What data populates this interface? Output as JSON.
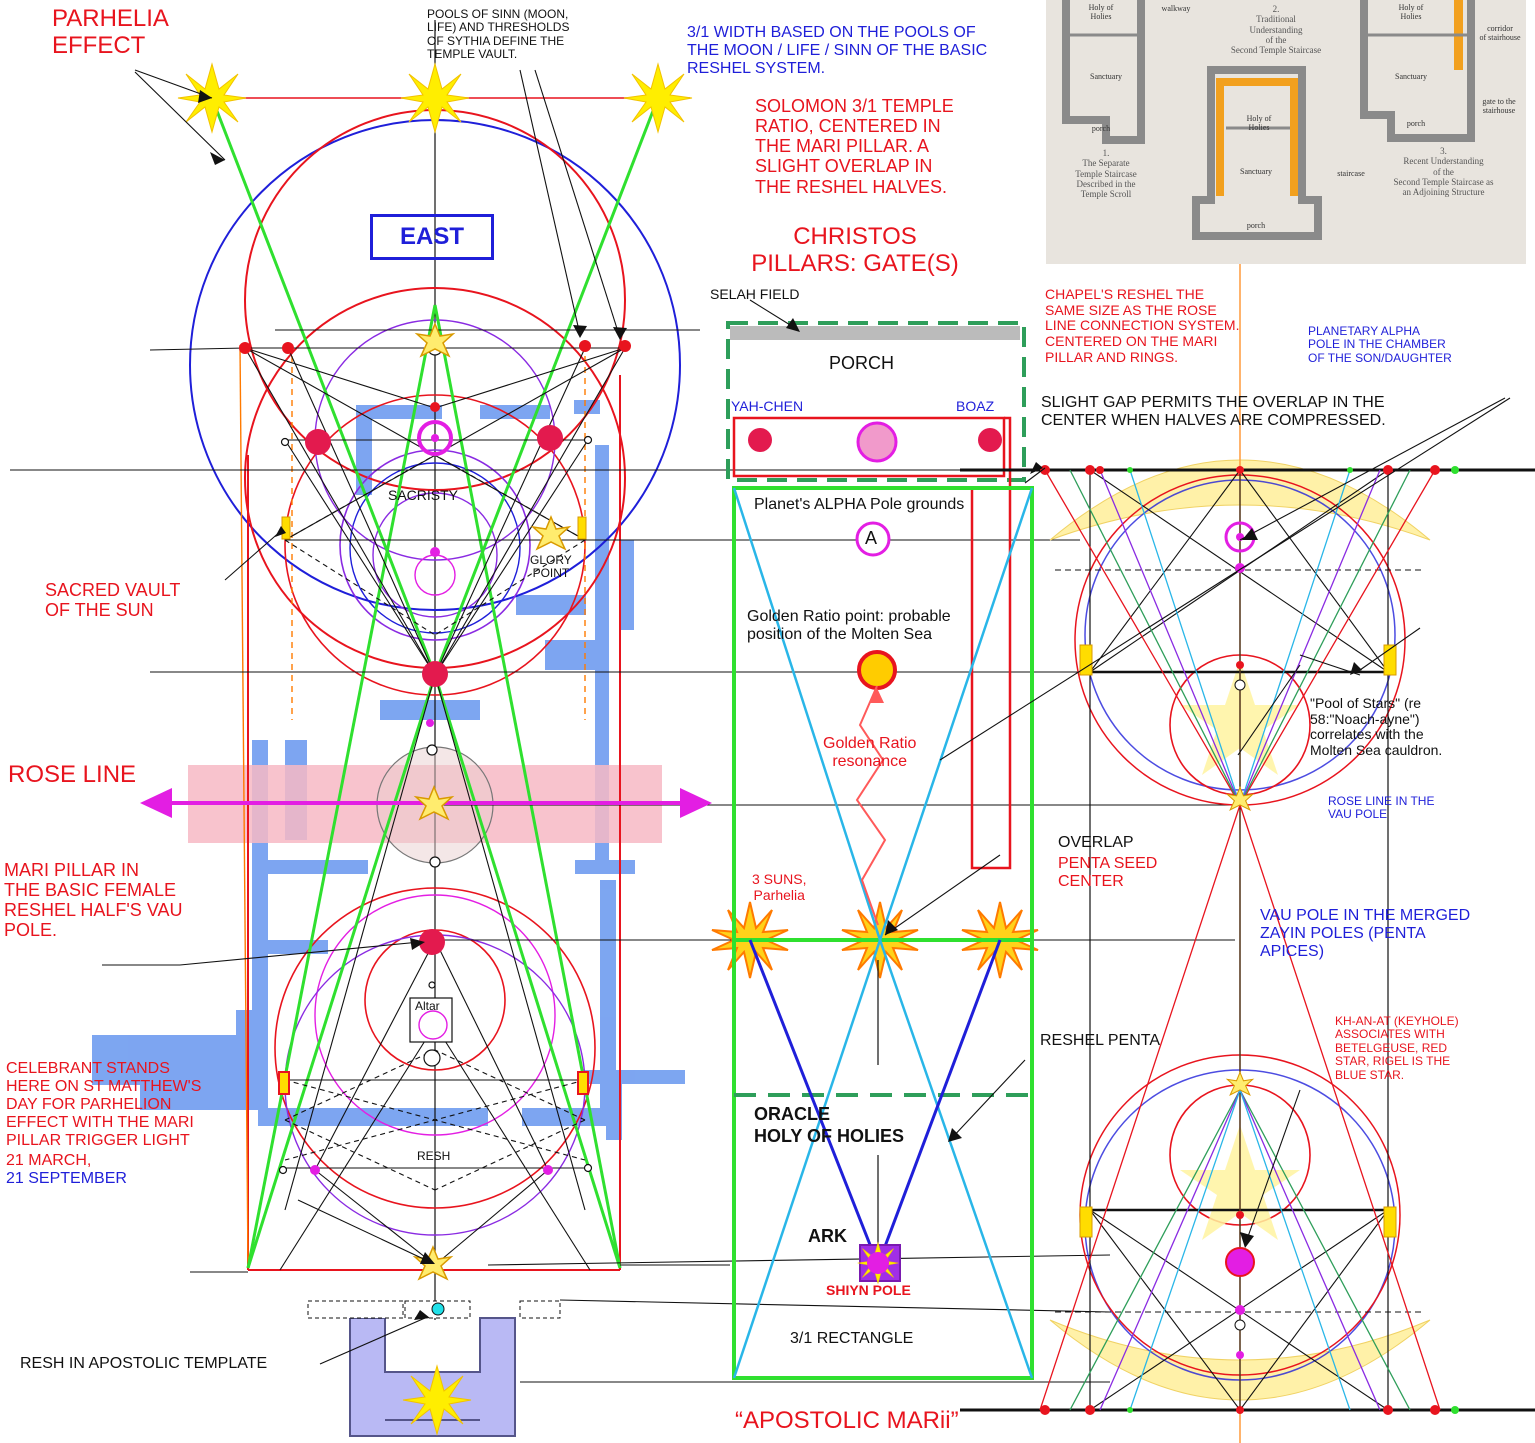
{
  "labels": {
    "parhelia_effect": "PARHELIA\nEFFECT",
    "pools_of_sinn": "POOLS OF SINN (MOON,\nLIFE) AND THRESHOLDS\nOF SYTHIA DEFINE THE\nTEMPLE VAULT.",
    "width_3_1": "3/1 WIDTH BASED ON THE POOLS OF\nTHE MOON / LIFE / SINN OF THE BASIC\nRESHEL SYSTEM.",
    "solomon": "SOLOMON 3/1 TEMPLE\nRATIO, CENTERED IN\nTHE MARI PILLAR. A\nSLIGHT OVERLAP IN\nTHE RESHEL HALVES.",
    "east": "EAST",
    "christos": "CHRISTOS\nPILLARS:  GATE(S)",
    "selah_field": "SELAH FIELD",
    "porch": "PORCH",
    "yah_chen": "YAH-CHEN",
    "boaz": "BOAZ",
    "chapel_reshel": "CHAPEL'S RESHEL THE\nSAME SIZE AS THE ROSE\nLINE CONNECTION SYSTEM.\nCENTERED ON THE MARI\nPILLAR AND RINGS.",
    "planetary_alpha": "PLANETARY ALPHA\nPOLE IN THE CHAMBER\nOF THE SON/DAUGHTER",
    "slight_gap": "SLIGHT GAP PERMITS THE OVERLAP IN THE\nCENTER WHEN HALVES ARE COMPRESSED.",
    "alpha_pole": "Planet's ALPHA Pole grounds",
    "alpha_letter": "A",
    "sacristy": "SACRISTY",
    "glory_point": "GLORY\nPOINT",
    "sacred_vault": "SACRED VAULT\nOF THE SUN",
    "golden_ratio_point": "Golden Ratio point: probable\nposition of the Molten Sea",
    "golden_ratio_resonance": "Golden Ratio\nresonance",
    "pool_of_stars": "\"Pool of Stars\" (re\n58:\"Noach-ayne\")\ncorrelates with the\nMolten Sea cauldron.",
    "rose_line": "ROSE LINE",
    "rose_line_vau": "ROSE LINE IN THE\nVAU POLE",
    "overlap": "OVERLAP",
    "penta_seed": "PENTA SEED\nCENTER",
    "mari_pillar": "MARI PILLAR IN\nTHE BASIC FEMALE\nRESHEL HALF'S VAU\nPOLE.",
    "three_suns": "3 SUNS,\nParhelia",
    "vau_pole": "VAU POLE IN THE MERGED\nZAYIN POLES (PENTA\nAPICES)",
    "altar": "Altar",
    "reshel_penta": "RESHEL PENTA",
    "kh_an_at": "KH-AN-AT (KEYHOLE)\nASSOCIATES WITH\nBETELGEUSE, RED\nSTAR, RIGEL IS THE\nBLUE STAR.",
    "celebrant": "CELEBRANT STANDS\nHERE ON ST MATTHEW'S\nDAY FOR PARHELION\nEFFECT WITH THE MARI\nPILLAR TRIGGER LIGHT",
    "date_march": "21 MARCH,",
    "date_september": "21 SEPTEMBER",
    "oracle": "ORACLE\nHOLY OF HOLIES",
    "resh": "RESH",
    "ark": "ARK",
    "shiyn_pole": "SHIYN POLE",
    "resh_apostolic": "RESH IN APOSTOLIC TEMPLATE",
    "rect_3_1": "3/1 RECTANGLE",
    "apostolic_marii": "“APOSTOLIC MARii”"
  },
  "inset": {
    "caption_2": "2.\nTraditional\nUnderstanding\nof the\nSecond Temple Staircase",
    "caption_1": "1.\nThe Separate\nTemple Staircase\nDescribed in the\nTemple Scroll",
    "caption_3": "3.\nRecent Understanding\nof the\nSecond Temple Staircase as\nan Adjoining Structure",
    "rooms": [
      "Holy of\nHolies",
      "walkway",
      "Sanctuary",
      "porch",
      "Holy of\nHolies",
      "Sanctuary",
      "staircase",
      "porch",
      "Holy of\nHolies",
      "corridor\nof stairhouse",
      "Sanctuary",
      "gate to the\nstairhouse",
      "porch"
    ]
  },
  "colors": {
    "red": "#e8141e",
    "blue": "#1f1fd9",
    "green": "#2fe02f",
    "cyan": "#29b6e8",
    "magenta": "#e31ee3",
    "purple": "#8a2be2",
    "floorplan": "#6f9cf0",
    "rose_band": "#f7b9c4",
    "dashed_green": "#2e9e5a",
    "sun_yellow": "#ffee00"
  }
}
